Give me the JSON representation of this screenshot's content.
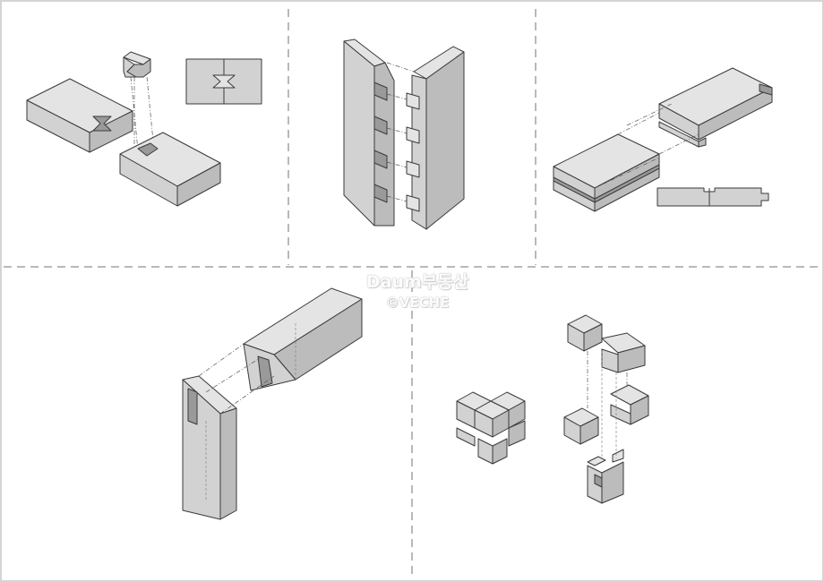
{
  "watermark": {
    "brand": "Daum부동산",
    "credit": "©VECHE"
  },
  "colors": {
    "face_light": "#e4e4e4",
    "face_mid": "#d2d2d2",
    "face_dark": "#bcbcbc",
    "stroke": "#3a3a3a",
    "divider": "#b9b9b9"
  },
  "panels": [
    {
      "id": "butterfly-key-joint"
    },
    {
      "id": "sliding-dovetail-corner-joint"
    },
    {
      "id": "tongue-and-groove-splice-joint"
    },
    {
      "id": "mitered-bridle-corner-joint"
    },
    {
      "id": "three-way-cross-lap-joint"
    }
  ]
}
